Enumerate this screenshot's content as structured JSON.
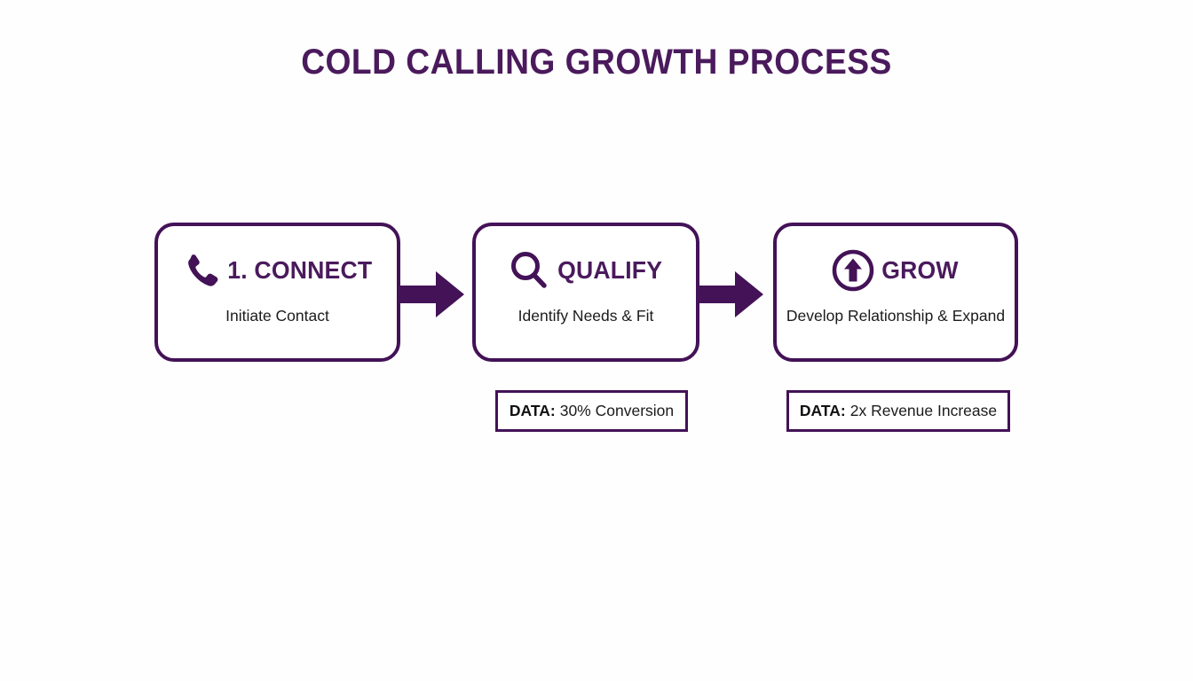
{
  "title": "COLD CALLING GROWTH PROCESS",
  "colors": {
    "purple": "#431257",
    "title_purple": "#4a1a5c",
    "text_dark": "#1b1b1b",
    "background": "#fefefe"
  },
  "stages": [
    {
      "icon": "phone-icon",
      "title": "1. CONNECT",
      "description": "Initiate Contact"
    },
    {
      "icon": "magnifier-icon",
      "title": "QUALIFY",
      "description": "Identify Needs & Fit"
    },
    {
      "icon": "arrow-up-circle-icon",
      "title": "GROW",
      "description": "Develop Relationship & Expand"
    }
  ],
  "connectors": [
    {
      "icon": "right-arrow-icon"
    },
    {
      "icon": "right-arrow-icon"
    }
  ],
  "data_callouts": [
    {
      "label": "DATA:",
      "value": "30% Conversion"
    },
    {
      "label": "DATA:",
      "value": "2x Revenue Increase"
    }
  ]
}
